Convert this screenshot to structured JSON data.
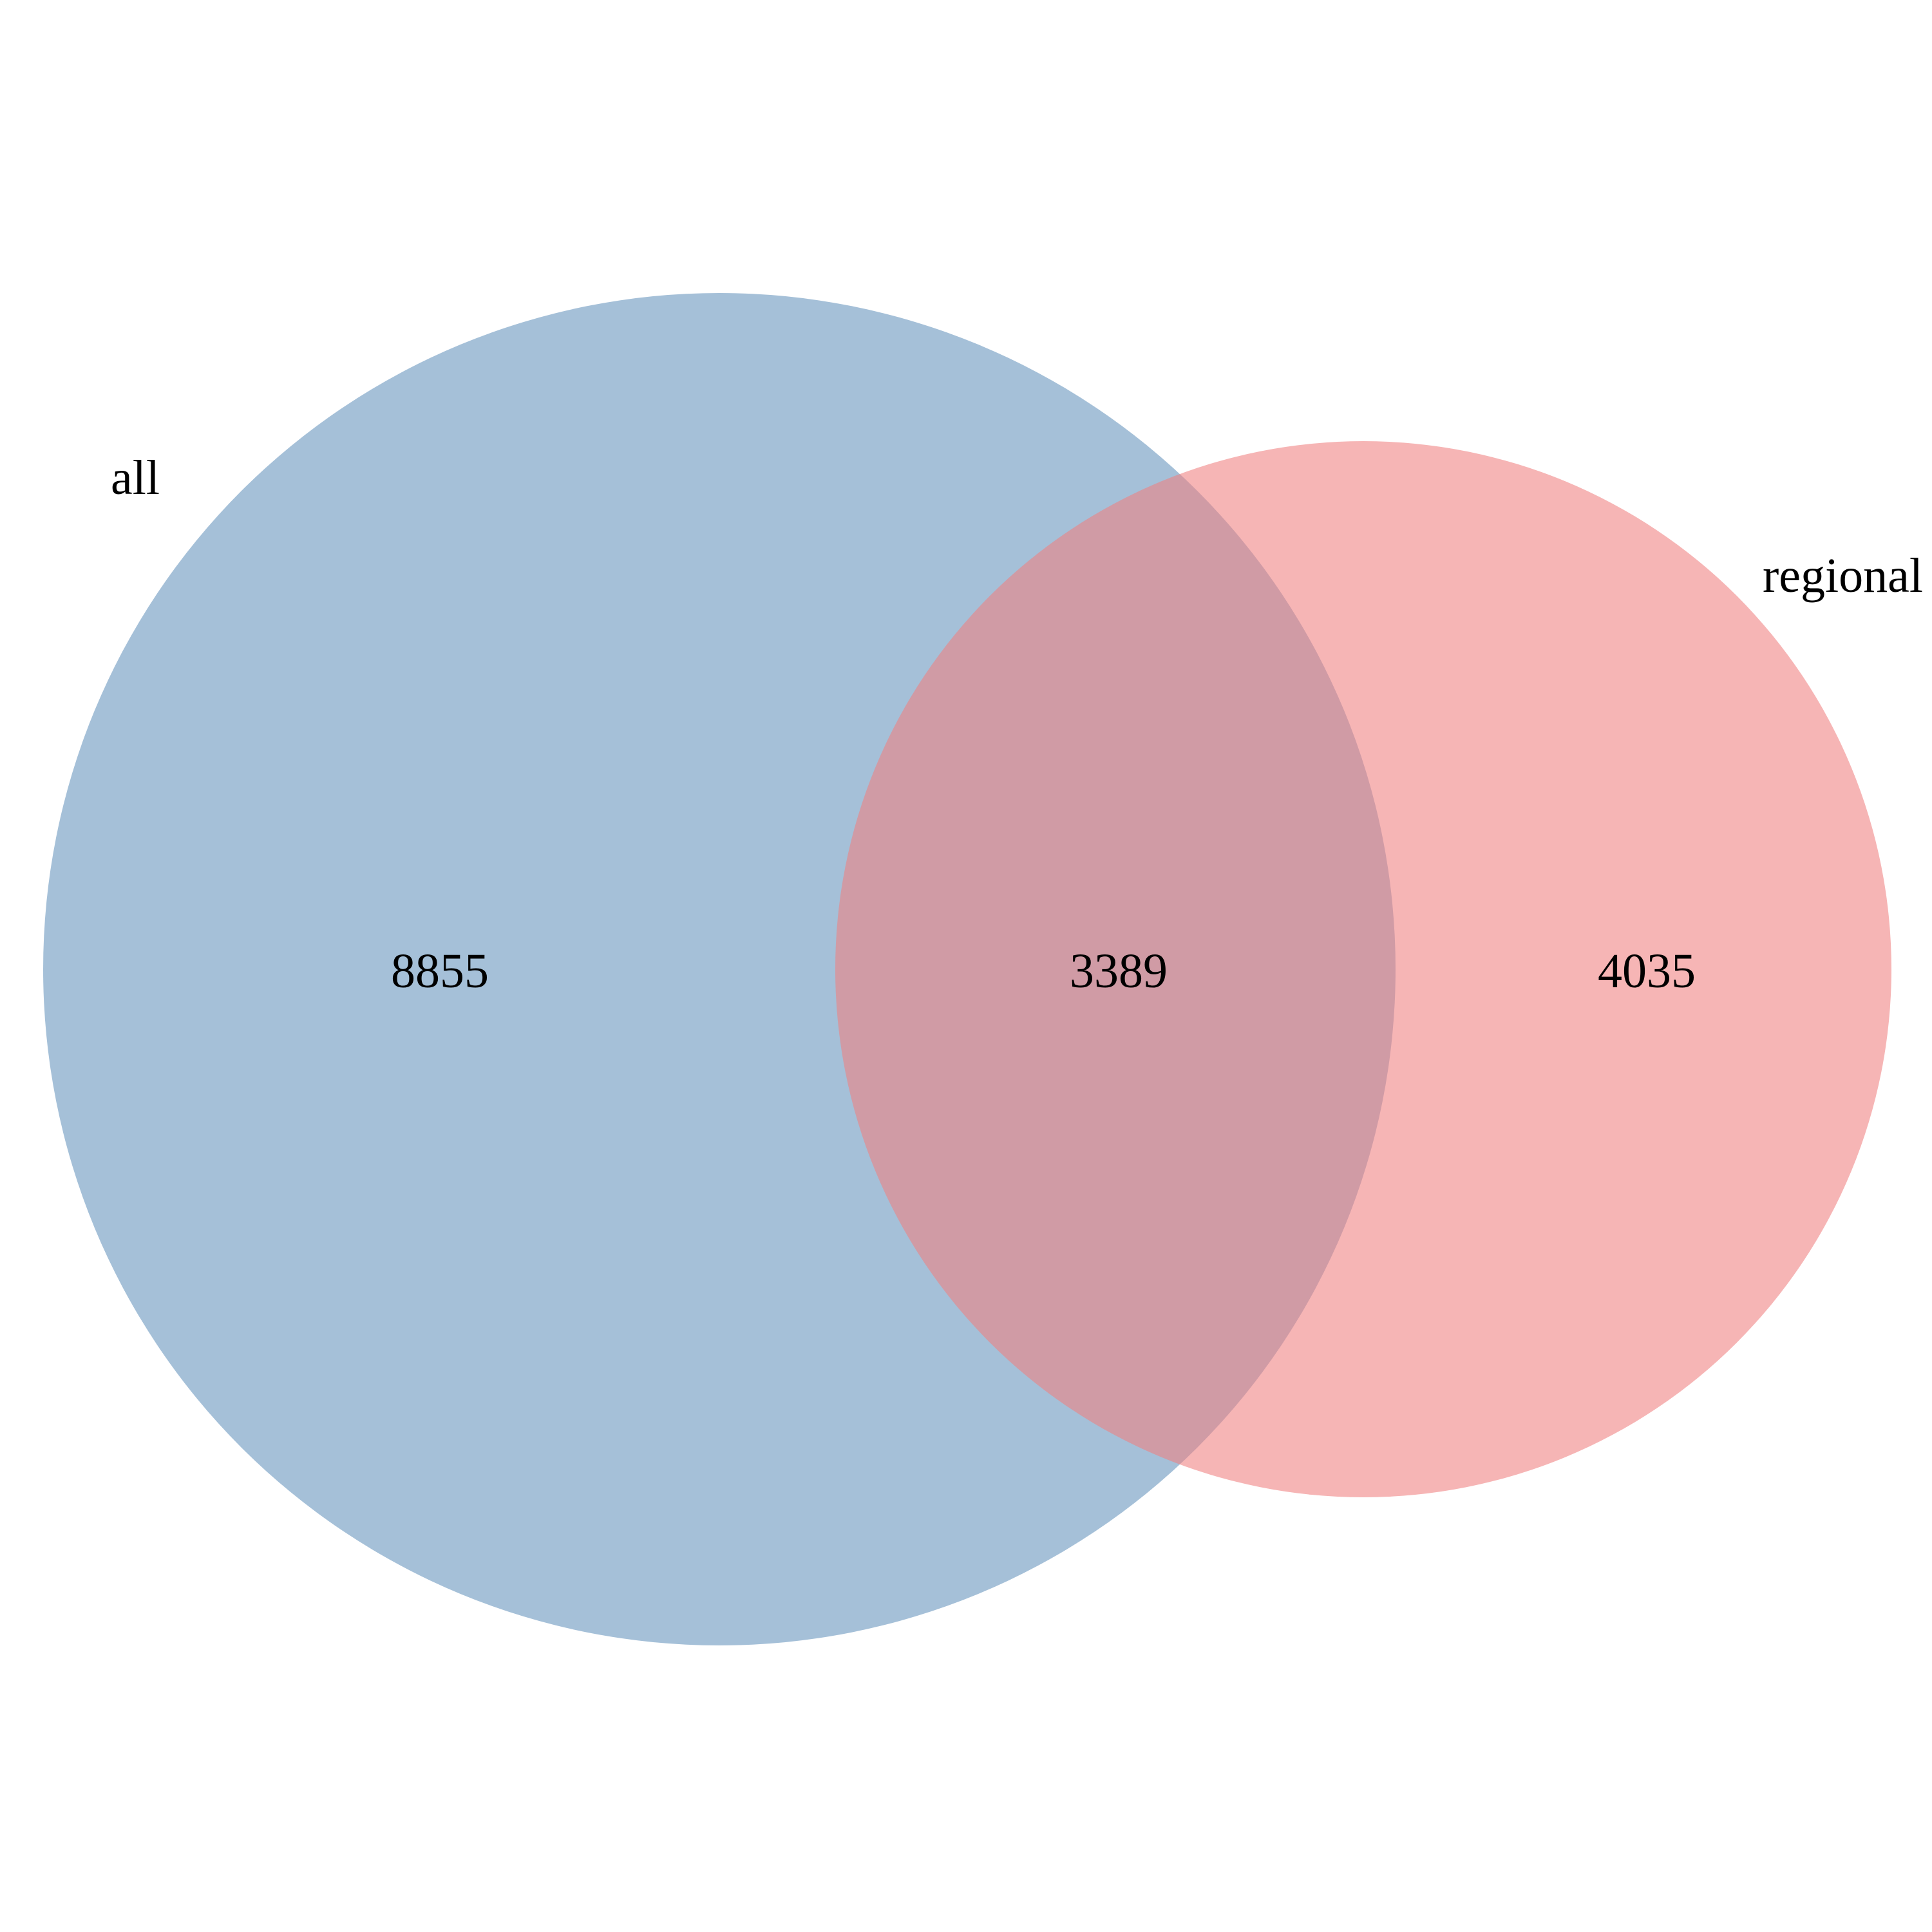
{
  "diagram": {
    "type": "venn",
    "sets": [
      {
        "name": "all",
        "only_count": "8855",
        "color": "#5b8db8"
      },
      {
        "name": "regional",
        "only_count": "4035",
        "color": "#ef7f80"
      }
    ],
    "intersection_count": "3389"
  }
}
